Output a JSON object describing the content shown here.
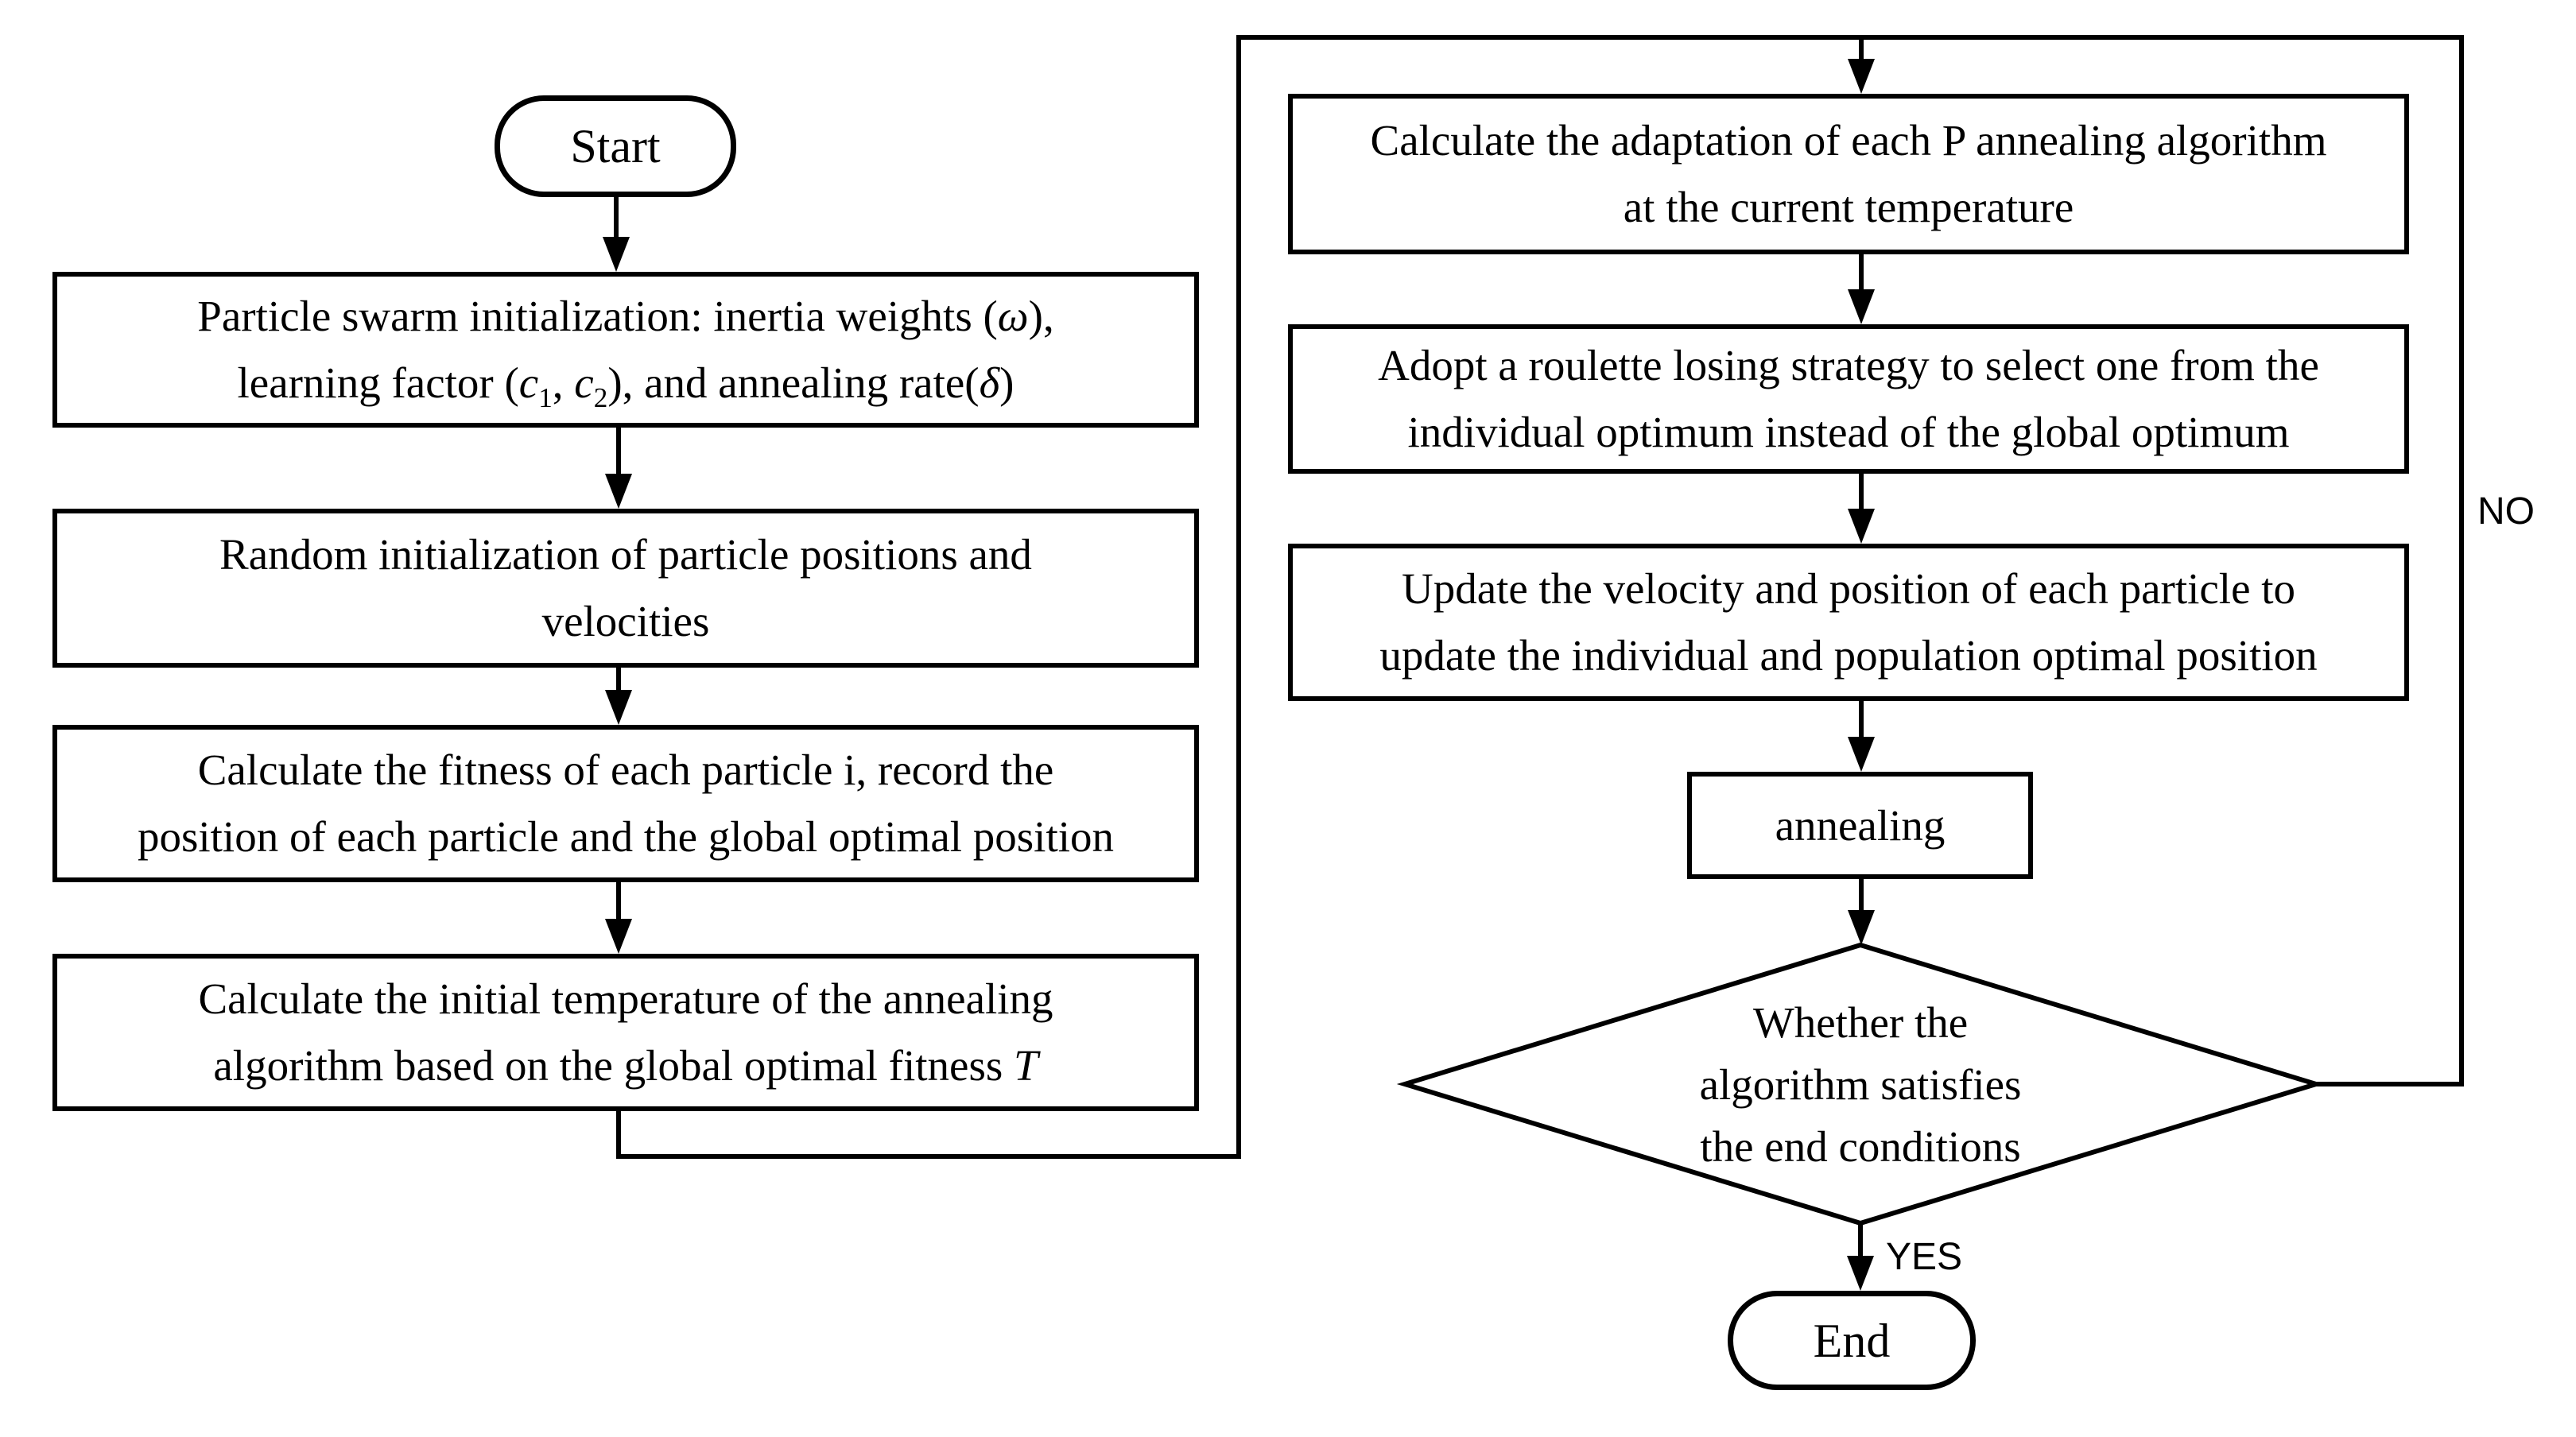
{
  "diagram": {
    "background_color": "#ffffff",
    "line_color": "#000000",
    "type": "flowchart"
  },
  "nodes": {
    "start": {
      "label": "Start"
    },
    "init_params": {
      "line1_pre": "Particle swarm initialization: inertia weights (",
      "omega": "ω",
      "line1_post": "),",
      "line2_pre": "learning factor (",
      "c1_base": "c",
      "c1_sub": "1",
      "separator": ", ",
      "c2_base": "c",
      "c2_sub": "2",
      "line2_mid": "), and annealing rate(",
      "delta": "δ",
      "line2_post": ")"
    },
    "random_init": {
      "line1": "Random initialization of particle positions and",
      "line2": "velocities"
    },
    "calc_fitness": {
      "line1": "Calculate the fitness of each particle i, record the",
      "line2": "position of each particle and the global optimal position"
    },
    "init_temperature": {
      "line1": "Calculate the initial temperature of the annealing",
      "line2_pre": "algorithm based on the global optimal fitness ",
      "t_symbol": "T"
    },
    "calc_adaptation": {
      "line1": "Calculate the adaptation of each P annealing algorithm",
      "line2": "at the current temperature"
    },
    "roulette": {
      "line1": "Adopt a roulette losing strategy to select one from the",
      "line2": "individual optimum instead of the global optimum"
    },
    "update_velocity": {
      "line1": "Update the velocity and position of each particle to",
      "line2": "update the individual and population optimal position"
    },
    "annealing": {
      "label": "annealing"
    },
    "decision": {
      "line1": "Whether the",
      "line2": "algorithm satisfies",
      "line3": "the end conditions"
    },
    "end": {
      "label": "End"
    }
  },
  "edge_labels": {
    "yes": "YES",
    "no": "NO"
  }
}
